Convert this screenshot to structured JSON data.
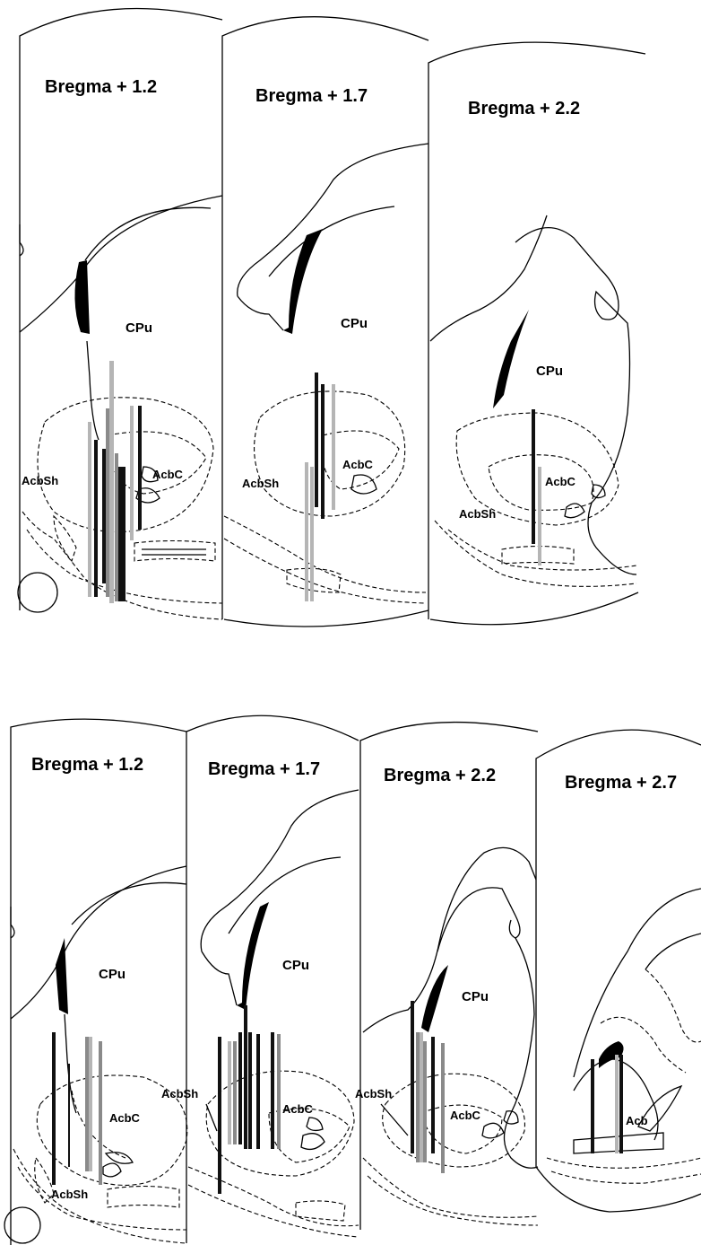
{
  "rows": [
    {
      "sections": [
        {
          "title": "Bregma + 1.2",
          "regions": [
            "CPu",
            "AcbSh",
            "AcbC"
          ]
        },
        {
          "title": "Bregma + 1.7",
          "regions": [
            "CPu",
            "AcbSh",
            "AcbC"
          ]
        },
        {
          "title": "Bregma + 2.2",
          "regions": [
            "CPu",
            "AcbC",
            "AcbSh"
          ]
        }
      ]
    },
    {
      "sections": [
        {
          "title": "Bregma + 1.2",
          "regions": [
            "CPu",
            "AcbC",
            "AcbSh"
          ]
        },
        {
          "title": "Bregma + 1.7",
          "regions": [
            "CPu",
            "AcbSh",
            "AcbC"
          ]
        },
        {
          "title": "Bregma + 2.2",
          "regions": [
            "CPu",
            "AcbSh",
            "AcbC"
          ]
        },
        {
          "title": "Bregma + 2.7",
          "regions": [
            "Acb"
          ]
        }
      ]
    }
  ],
  "track_colors": {
    "black": "#111111",
    "gray": "#8a8a8a",
    "light_gray": "#b5b5b5"
  }
}
